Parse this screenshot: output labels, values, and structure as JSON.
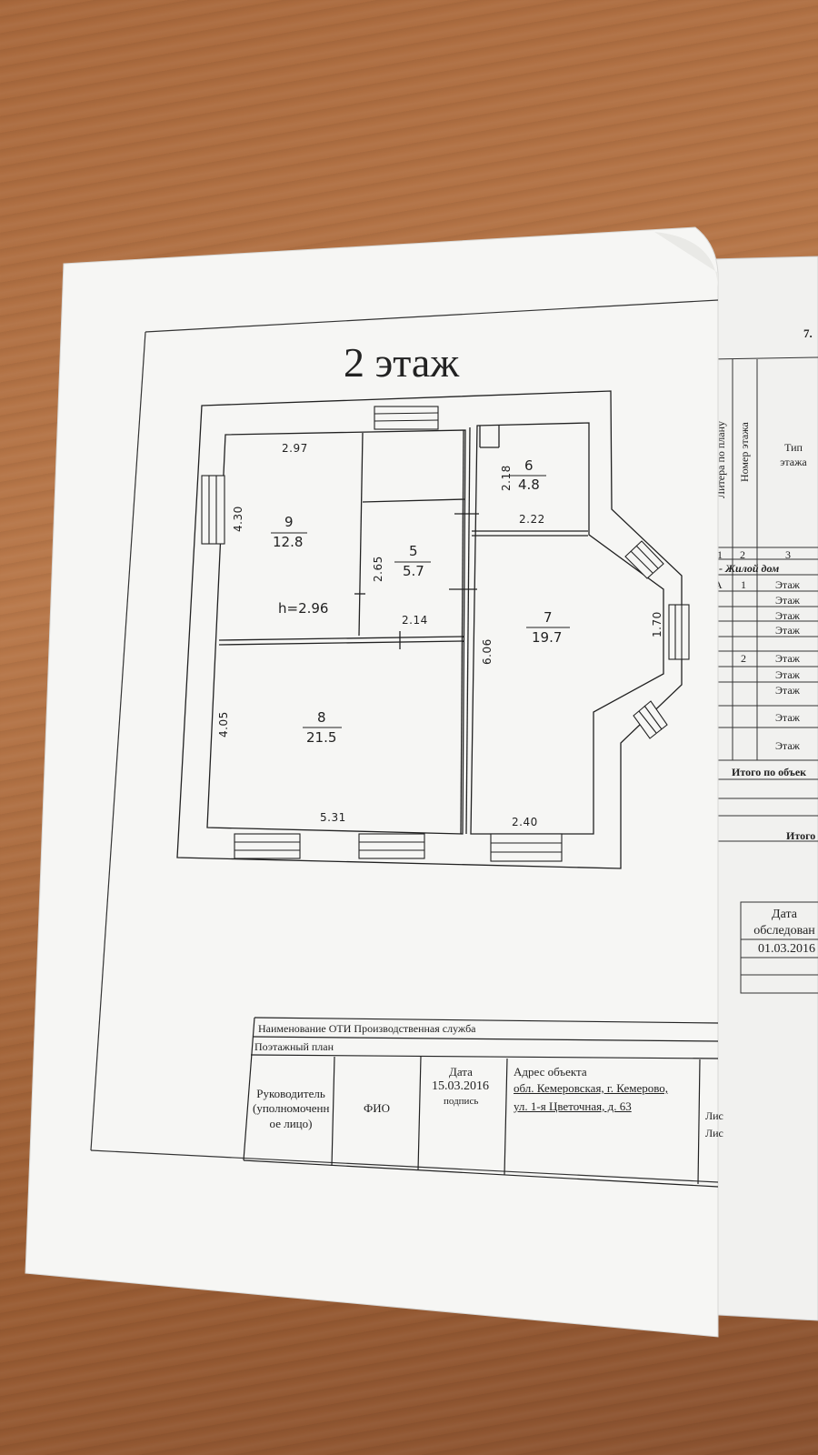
{
  "left_page": {
    "title": "2 этаж",
    "rooms": [
      {
        "number": "9",
        "area": "12.8"
      },
      {
        "number": "5",
        "area": "5.7"
      },
      {
        "number": "6",
        "area": "4.8"
      },
      {
        "number": "7",
        "area": "19.7"
      },
      {
        "number": "8",
        "area": "21.5"
      }
    ],
    "height_note": "h=2.96",
    "dimensions": {
      "d297": "2.97",
      "d430": "4.30",
      "d265": "2.65",
      "d214": "2.14",
      "d218": "2.18",
      "d222": "2.22",
      "d606": "6.06",
      "d170": "1.70",
      "d405": "4.05",
      "d531": "5.31",
      "d240": "2.40"
    },
    "stamp": {
      "org": "Наименование ОТИ Производственная служба",
      "doc_type": "Поэтажный план",
      "head_label": "Руководитель (уполномоченн ое лицо)",
      "fio_label": "ФИО",
      "date_label": "Дата",
      "date_value": "15.03.2016",
      "signature_label": "подпись",
      "address_label": "Адрес объекта",
      "address_line1": "обл. Кемеровская, г. Кемерово,",
      "address_line2": "ул. 1-я Цветочная, д. 63",
      "sheet_label_1": "Лис",
      "sheet_label_2": "Лис"
    }
  },
  "right_page": {
    "corner_number": "7.",
    "headers": [
      "Литера по плану",
      "Номер этажа",
      "Тип этажа"
    ],
    "col_numbers": [
      "1",
      "2",
      "3"
    ],
    "section": "А - Жилой дом",
    "rows": [
      {
        "litera": "А",
        "floor": "1",
        "type": "Этаж"
      },
      {
        "litera": "",
        "floor": "",
        "type": "Этаж"
      },
      {
        "litera": "",
        "floor": "",
        "type": "Этаж"
      },
      {
        "litera": "",
        "floor": "",
        "type": "Этаж"
      },
      {
        "litera": "",
        "floor": "2",
        "type": "Этаж"
      },
      {
        "litera": "",
        "floor": "",
        "type": "Этаж"
      },
      {
        "litera": "",
        "floor": "",
        "type": "Этаж"
      },
      {
        "litera": "",
        "floor": "",
        "type": "Этаж"
      },
      {
        "litera": "",
        "floor": "",
        "type": "Этаж"
      }
    ],
    "total_object": "Итого по объек",
    "total": "Итого",
    "survey_date_label": "Дата обследован",
    "survey_date_value": "01.03.2016"
  }
}
